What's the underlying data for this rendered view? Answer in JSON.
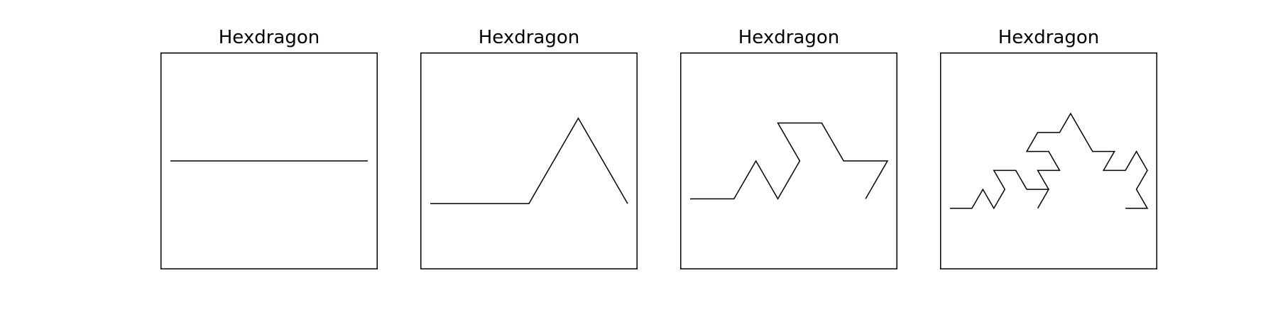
{
  "panels": [
    {
      "title": "Hexdragon",
      "iterations": 0
    },
    {
      "title": "Hexdragon",
      "iterations": 1
    },
    {
      "title": "Hexdragon",
      "iterations": 2
    },
    {
      "title": "Hexdragon",
      "iterations": 3
    }
  ],
  "style": {
    "line_color": "#000000",
    "frame_color": "#000000",
    "background": "#ffffff"
  }
}
